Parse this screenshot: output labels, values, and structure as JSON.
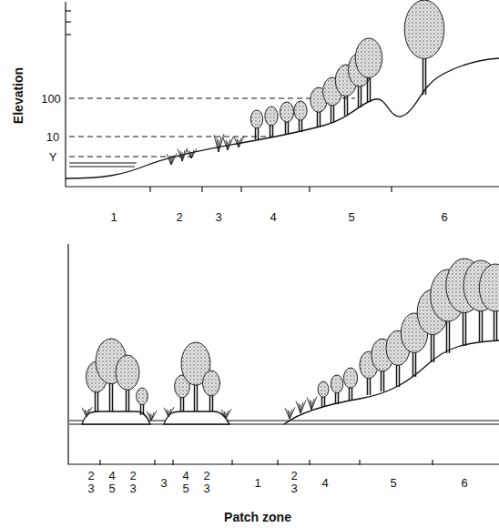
{
  "diagram": {
    "labels": [
      "Elevation",
      "100",
      "10",
      "Y",
      "1",
      "2",
      "3",
      "4",
      "5",
      "6",
      "2 3",
      "4 5",
      "2 3",
      "3",
      "4 5",
      "2 3",
      "1",
      "2 3",
      "4",
      "5",
      "6",
      "Patch zone"
    ]
  }
}
